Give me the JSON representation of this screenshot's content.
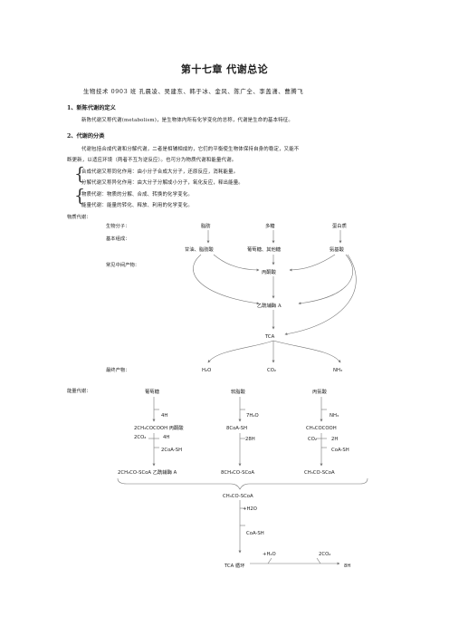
{
  "title": "第十七章 代谢总论",
  "authors": "生物技术 0903 班    孔晨凌、吴建东、韩于冰、金风、陈广全、李盖潇、曹腾飞",
  "sections": [
    {
      "heading": "1、新陈代谢的定义",
      "text": "新陈代谢又称代谢(metabolism)，是生物体内所有化学变化的总称，代谢是生命的基本特征。"
    },
    {
      "heading": "2、代谢的分类",
      "text1": "代谢包括合成代谢和分解代谢，二者是相辅相成的，它们的平衡使生物体保持自身的稳定，又能不",
      "text2": "断更新，以适应环境（两者不互为逆反应）。也可分为物质代谢和能量代谢。"
    }
  ],
  "bullets_a": [
    "合成代谢又称同化作用：由小分子合成大分子，还原反应，消耗能量。",
    "分解代谢又称异化作用：由大分子分解成小分子，氧化反应，释出能量。"
  ],
  "bullets_b": [
    "物质代谢：物质的分解、合成、转换的化学变化。",
    "能量代谢：能量的转化、释放、利用的化学变化。"
  ],
  "material": {
    "label": "物质代谢：",
    "row_labels": [
      "生物分子：",
      "基本组成：",
      "常见中间产物：",
      "最终产物："
    ],
    "molecules": [
      "脂肪",
      "多糖",
      "蛋白质"
    ],
    "units": [
      "甘油、脂肪酸",
      "葡萄糖、其他糖",
      "氨基酸"
    ],
    "intermediates": [
      "丙酮酸",
      "乙酰辅酶 A",
      "TCA"
    ],
    "products": [
      "H₂O",
      "CO₂",
      "NH₃"
    ]
  },
  "energy": {
    "label": "能量代谢：",
    "sources": [
      "葡萄糖",
      "软脂酸",
      "丙氨酸"
    ],
    "step1": [
      "4H",
      "7H₂O",
      "NH₃"
    ],
    "intermediates": [
      "2CH₃COCOOH 丙酮酸",
      "8CoA-SH",
      "CH₃COCOOH"
    ],
    "step2_left": [
      "2CO₂",
      "CO₂"
    ],
    "step2_right": [
      "4H",
      "2H"
    ],
    "step2_mid": "28H",
    "coa": [
      "2CoA-SH",
      "CoA-SH"
    ],
    "acetyl": [
      "2CH₃CO-SCoA 乙酰辅酶 A",
      "8CH₃CO-SCoA",
      "CH₃CO-SCoA"
    ],
    "merge": "CH₃CO-SCoA",
    "h2o": "+H2O",
    "coash": "CoA-SH",
    "tca_h2o": "+H₂O",
    "tca_co2": "2CO₂",
    "tca": "TCA 循环",
    "bh": "8H"
  }
}
